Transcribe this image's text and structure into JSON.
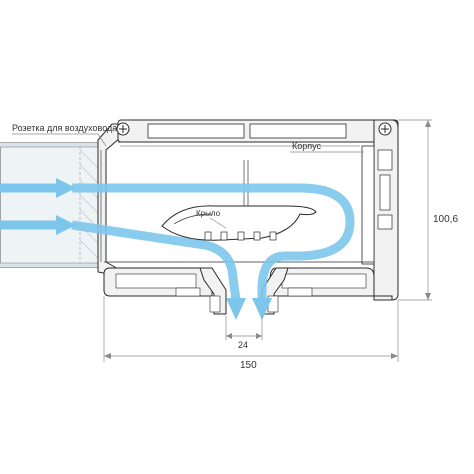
{
  "labels": {
    "outlet": "Розетка для воздуховода",
    "body": "Корпус",
    "wing": "Крыло"
  },
  "dimensions": {
    "width": "150",
    "height": "100,6",
    "slot": "24"
  },
  "colors": {
    "airflow": "#7cc6ec",
    "profile_fill": "#f2f2f2",
    "profile_stroke": "#2b2b2b",
    "dimension_line": "#8a8a8a"
  },
  "icons": {
    "arrowheads": "airflow-arrow-icon",
    "screws": "screw-icon"
  }
}
